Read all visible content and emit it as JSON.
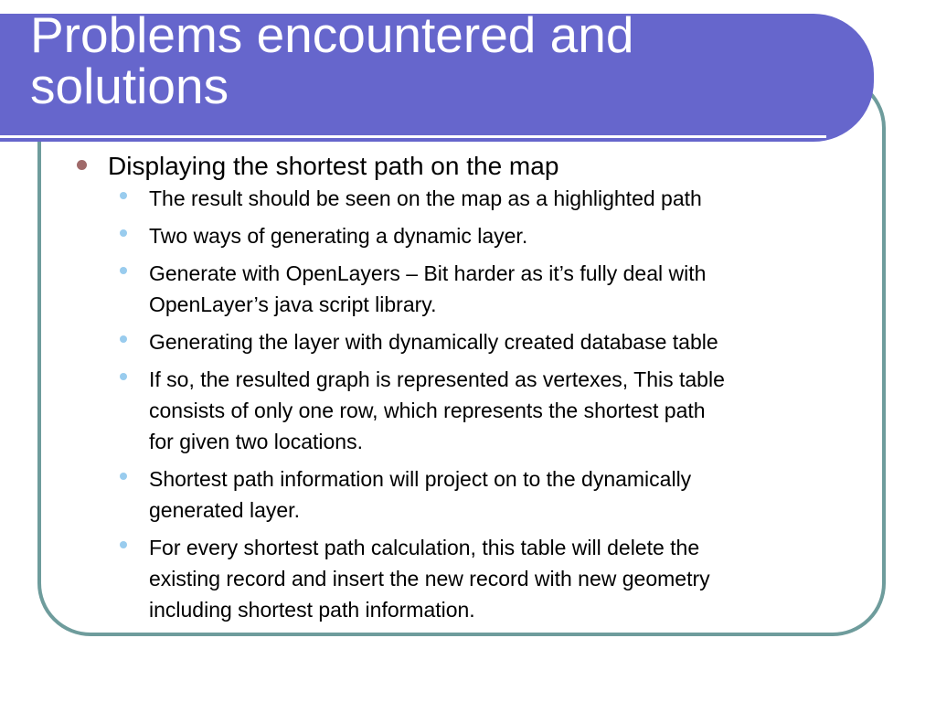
{
  "slide": {
    "title": "Problems encountered and\nsolutions",
    "main_bullet": "Displaying the shortest path on the map",
    "sub_bullets": [
      "The result should be seen on the map as a highlighted path",
      "Two ways of generating a dynamic layer.",
      "Generate with OpenLayers – Bit harder as it’s fully deal with\nOpenLayer’s java script library.",
      "Generating the layer with dynamically created database table",
      "If so, the resulted graph is represented as vertexes, This table\nconsists of only one row, which represents the shortest path\nfor given two locations.",
      "Shortest path information will project on to the dynamically\ngenerated layer.",
      "For every shortest path calculation, this table will delete the\nexisting record and insert the new record with new geometry\nincluding shortest path information."
    ]
  },
  "colors": {
    "title_band": "#6666cc",
    "frame_border": "#6e9c9c",
    "main_bullet_dot": "#a06a6a",
    "sub_bullet_dot": "#99ccee"
  }
}
